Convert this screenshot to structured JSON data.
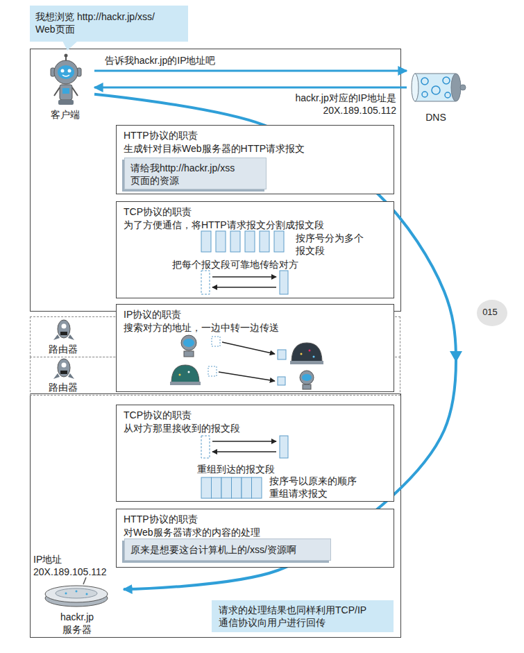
{
  "diagram": {
    "nodes": [
      {
        "text": [
          "我想浏览 http://hackr.jp/xss/ Web页面"
        ]
      },
      {
        "text": [
          "客户端"
        ]
      },
      {
        "text": [
          "DNS"
        ]
      },
      {
        "text": [
          "HTTP协议的职责",
          "生成针对目标Web服务器的HTTP请求报文"
        ]
      },
      {
        "text": [
          "请给我http://hackr.jp/xss 页面的资源"
        ],
        "in": 3
      },
      {
        "text": [
          "TCP协议的职责",
          "为了方便通信，将HTTP请求报文分割成报文段",
          "按序号分为多个 报文段",
          "把每个报文段可靠地传给对方"
        ]
      },
      {
        "text": [
          "路由器"
        ]
      },
      {
        "text": [
          "路由器"
        ]
      },
      {
        "text": [
          "IP协议的职责",
          "搜索对方的地址，一边中转一边传送"
        ]
      },
      {
        "text": [
          "TCP协议的职责",
          "从对方那里接收到的报文段",
          "重组到达的报文段",
          "按序号以原来的顺序 重组请求报文"
        ]
      },
      {
        "text": [
          "HTTP协议的职责",
          "对Web服务器请求的内容的处理"
        ]
      },
      {
        "text": [
          "原来是想要这台计算机上的/xss/资源啊"
        ],
        "in": 10
      },
      {
        "text": [
          "IP地址 20X.189.105.112",
          "hackr.jp 服务器"
        ]
      },
      {
        "text": [
          "请求的处理结果也同样利用TCP/IP 通信协议向用户进行回传"
        ]
      },
      {
        "text": [
          "015"
        ]
      }
    ],
    "edges": [
      {
        "from": 1,
        "to": 2,
        "arrow": "to",
        "label": "告诉我hackr.jp的IP地址吧"
      },
      {
        "from": 2,
        "to": 1,
        "arrow": "to",
        "label": "hackr.jp对应的IP地址是 20X.189.105.112"
      },
      {
        "from": 1,
        "to": 12,
        "arrow": "to"
      }
    ]
  }
}
